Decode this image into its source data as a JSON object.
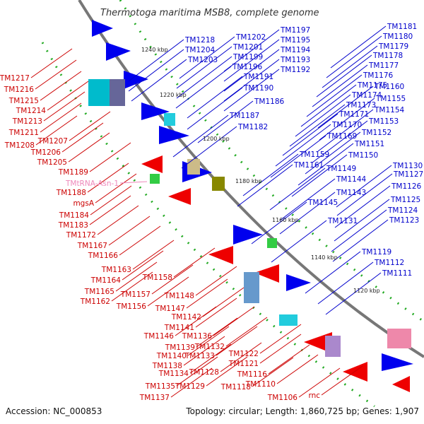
{
  "title": "Thermotoga maritima MSB8, complete genome",
  "footer": {
    "accession": "Accession: NC_000853",
    "stats": "Topology: circular; Length: 1,860,725 bp; Genes: 1,907"
  },
  "colors": {
    "forward": "#0000cc",
    "reverse": "#cc0000",
    "rna": "#ee88bb",
    "backbone": "#777777",
    "ticks": "#22aa22"
  },
  "kbp_ticks": [
    "1240 kbp",
    "1220 kbp",
    "1200 kbp",
    "1180 kbp",
    "1160 kbp",
    "1140 kbp",
    "1120 kbp"
  ],
  "forward_labels": [
    "TM1218",
    "TM1204",
    "TM1203",
    "TM1202",
    "TM1201",
    "TM1199",
    "TM1196",
    "TM1197",
    "TM1195",
    "TM1194",
    "TM1193",
    "TM1192",
    "TM1191",
    "TM1190",
    "TM1186",
    "TM1187",
    "TM1182",
    "TM1181",
    "TM1180",
    "TM1179",
    "TM1178",
    "TM1177",
    "TM1176",
    "TM1175",
    "TM1174",
    "TM1173",
    "TM1171",
    "TM1170",
    "TM1169",
    "TM1161",
    "TM1160",
    "TM1155",
    "TM1154",
    "TM1153",
    "TM1152",
    "TM1151",
    "TM1150",
    "TM1159",
    "TM1149",
    "TM1144",
    "TM1143",
    "TM1145",
    "TM1131",
    "TM1130",
    "TM1127",
    "TM1126",
    "TM1125",
    "TM1124",
    "TM1123",
    "TM1119",
    "TM1112",
    "TM1111"
  ],
  "reverse_labels": [
    "TM1217",
    "TM1216",
    "TM1215",
    "TM1214",
    "TM1213",
    "TM1211",
    "TM1208",
    "TM1207",
    "TM1206",
    "TM1205",
    "TM1189",
    "TM1188",
    "mgsA",
    "TM1184",
    "TM1183",
    "TM1172",
    "TM1167",
    "TM1166",
    "TM1163",
    "TM1164",
    "TM1165",
    "TM1162",
    "TM1158",
    "TM1157",
    "TM1156",
    "TM1148",
    "TM1147",
    "TM1142",
    "TM1141",
    "TM1146",
    "TM1136",
    "TM1139",
    "TM1132",
    "TM1140",
    "TM1133",
    "TM1138",
    "TM1134",
    "TM1128",
    "TM1135",
    "TM1129",
    "TM1137",
    "TM1122",
    "TM1121",
    "TM1116",
    "TM1118",
    "TM1110",
    "TM1106",
    "rnc"
  ],
  "rna_labels": [
    "TMtRNA-Asn-1"
  ]
}
